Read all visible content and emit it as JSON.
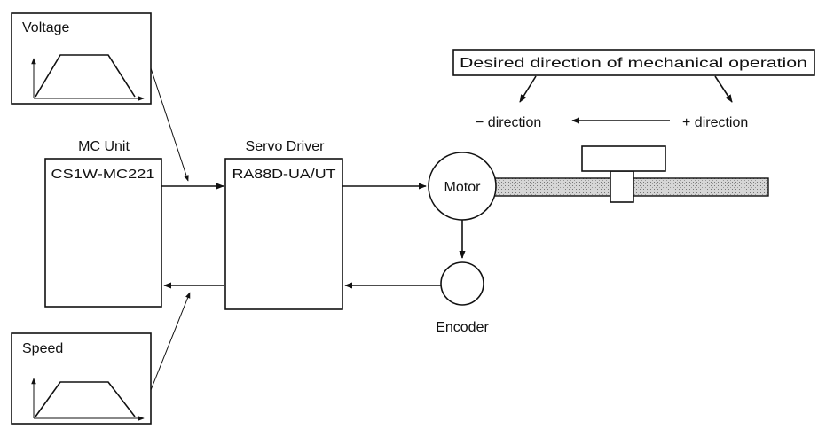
{
  "voltage_graph": {
    "title": "Voltage"
  },
  "speed_graph": {
    "title": "Speed"
  },
  "mc_unit": {
    "title": "MC Unit",
    "model": "CS1W-MC221"
  },
  "servo_driver": {
    "title": "Servo Driver",
    "model": "RA88D-UA/UT"
  },
  "motor": {
    "label": "Motor"
  },
  "encoder": {
    "label": "Encoder"
  },
  "mechanism": {
    "direction_caption": "Desired direction of mechanical operation",
    "minus_direction": "− direction",
    "plus_direction": "+ direction"
  }
}
